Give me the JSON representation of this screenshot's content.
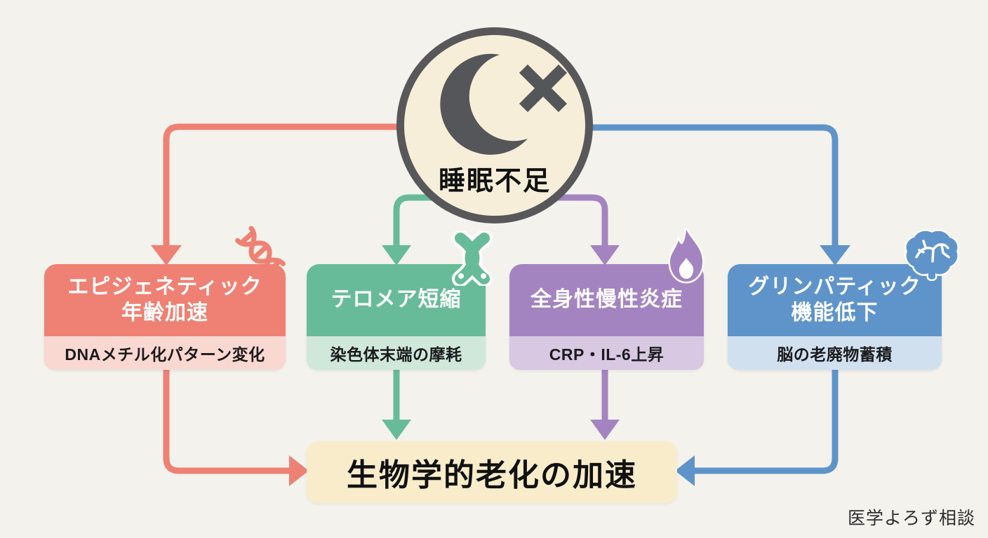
{
  "diagram": {
    "source": {
      "label": "睡眠不足",
      "icon": "crossed-out-moon",
      "fill_color": "#f6eed8",
      "ring_color": "#58585a"
    },
    "branches": [
      {
        "title_lines": [
          "エピジェネティック",
          "年齢加速"
        ],
        "subtitle": "DNAメチル化パターン変化",
        "icon": "dna",
        "color": "#ee8173",
        "light_color": "#f9d8d1"
      },
      {
        "title_lines": [
          "テロメア短縮"
        ],
        "subtitle": "染色体末端の摩耗",
        "icon": "chromosome",
        "color": "#68bb98",
        "light_color": "#cfe8da"
      },
      {
        "title_lines": [
          "全身性慢性炎症"
        ],
        "subtitle": "CRP・IL-6上昇",
        "icon": "flame",
        "color": "#a484c0",
        "light_color": "#d8c8e2"
      },
      {
        "title_lines": [
          "グリンパティック",
          "機能低下"
        ],
        "subtitle": "脳の老廃物蓄積",
        "icon": "brain",
        "color": "#5e94c9",
        "light_color": "#d0e0ef"
      }
    ],
    "outcome": {
      "label": "生物学的老化の加速",
      "fill_color": "#f8ecca"
    },
    "credit": "医学よろず相談",
    "background_color": "#f4f2ec"
  }
}
